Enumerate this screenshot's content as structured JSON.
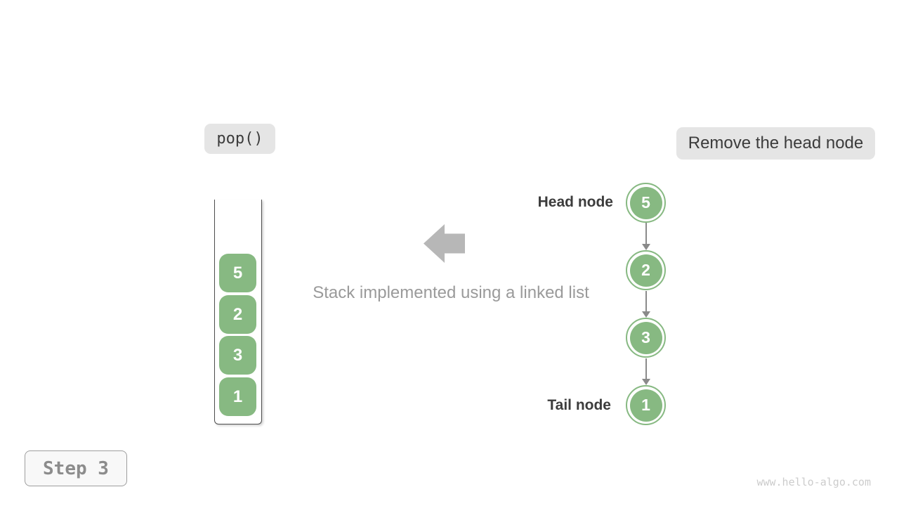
{
  "operation_box": {
    "label": "pop()"
  },
  "annotation_box": {
    "label": "Remove the head node"
  },
  "caption": "Stack implemented using a linked list",
  "stack": {
    "items": [
      "5",
      "2",
      "3",
      "1"
    ]
  },
  "linked_list": {
    "head_label": "Head node",
    "tail_label": "Tail node",
    "nodes": [
      "5",
      "2",
      "3",
      "1"
    ]
  },
  "step_box": {
    "label": "Step 3"
  },
  "watermark": "www.hello-algo.com",
  "colors": {
    "node_green": "#87b982",
    "pill_background": "#e5e5e5",
    "big_arrow_gray": "#b7b7b7",
    "connector_gray": "#8a8a8a",
    "dark_text": "#3c3c3c",
    "caption_gray": "#9a9a9a",
    "step_text_gray": "#8c8c8c",
    "watermark_gray": "#cccccc"
  }
}
